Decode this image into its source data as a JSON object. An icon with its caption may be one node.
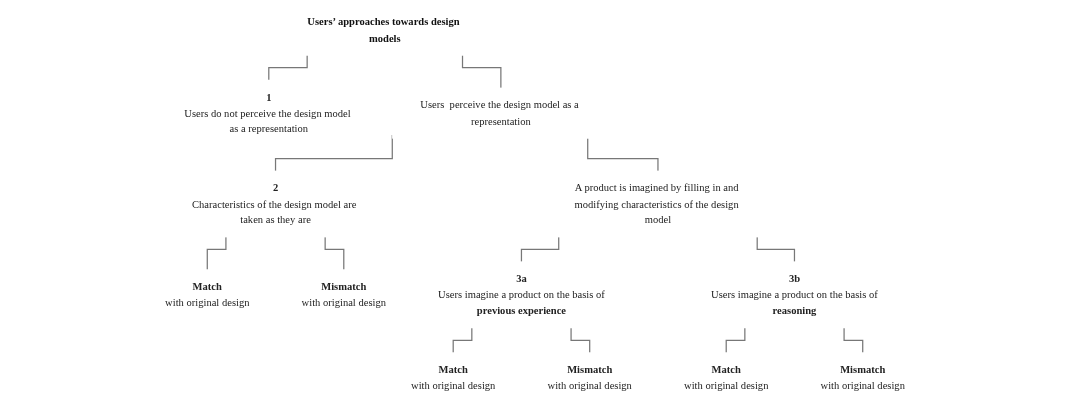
{
  "diagram": {
    "nodes": [
      {
        "text": [
          "Users’ approaches towards design models"
        ]
      },
      {
        "text": [
          "1",
          "Users do not perceive the design model as a representation"
        ]
      },
      {
        "text": [
          "Users  perceive the design model as a representation"
        ]
      },
      {
        "text": [
          "2",
          "Characteristics of the design model are taken as they are"
        ]
      },
      {
        "text": [
          "A product is imagined by filling in and modifying characteristics of the design model"
        ]
      },
      {
        "text": [
          "Match",
          "with original design"
        ]
      },
      {
        "text": [
          "Mismatch",
          "with original design"
        ]
      },
      {
        "text": [
          "3a",
          "Users imagine a product on the basis of",
          "previous experience"
        ]
      },
      {
        "text": [
          "3b",
          "Users imagine a product on the basis of",
          "reasoning"
        ]
      },
      {
        "text": [
          "Match",
          "with original design"
        ]
      },
      {
        "text": [
          "Mismatch",
          "with original design"
        ]
      },
      {
        "text": [
          "Match",
          "with original design"
        ]
      },
      {
        "text": [
          "Mismatch",
          "with original design"
        ]
      }
    ],
    "edges": [
      {
        "from": 0,
        "to": 1,
        "arrow": "none"
      },
      {
        "from": 0,
        "to": 2,
        "arrow": "none"
      },
      {
        "from": 2,
        "to": 3,
        "arrow": "none"
      },
      {
        "from": 2,
        "to": 4,
        "arrow": "none"
      },
      {
        "from": 3,
        "to": 5,
        "arrow": "none"
      },
      {
        "from": 3,
        "to": 6,
        "arrow": "none"
      },
      {
        "from": 4,
        "to": 7,
        "arrow": "none"
      },
      {
        "from": 4,
        "to": 8,
        "arrow": "none"
      },
      {
        "from": 7,
        "to": 9,
        "arrow": "none"
      },
      {
        "from": 7,
        "to": 10,
        "arrow": "none"
      },
      {
        "from": 8,
        "to": 11,
        "arrow": "none"
      },
      {
        "from": 8,
        "to": 12,
        "arrow": "none"
      }
    ]
  }
}
